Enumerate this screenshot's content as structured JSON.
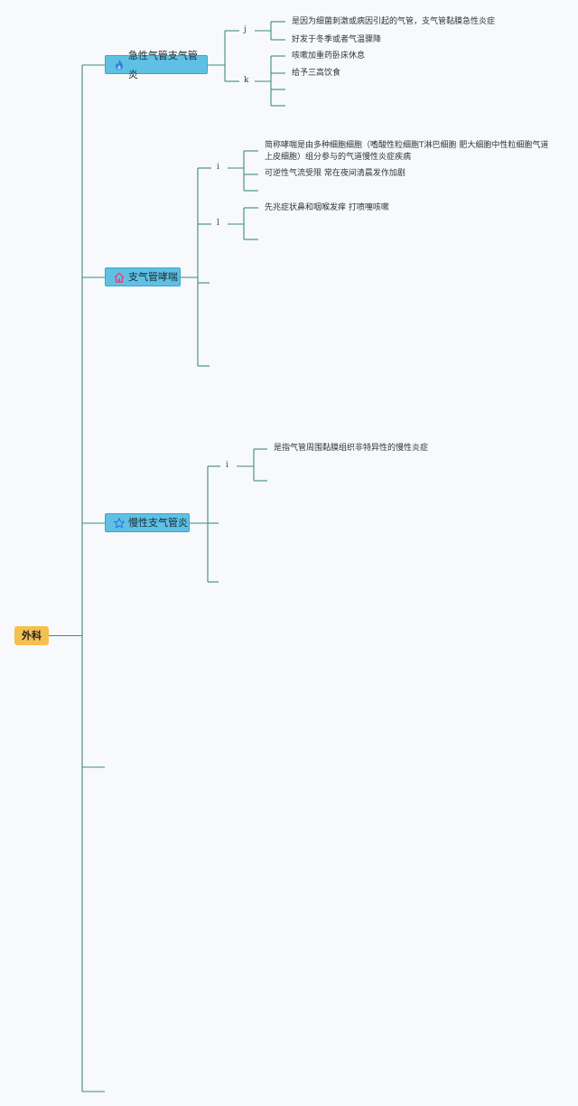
{
  "root": {
    "label": "外科"
  },
  "topics": [
    {
      "label": "急性气管支气管炎",
      "icon": "flame-icon",
      "groups": [
        {
          "key": "j",
          "items": [
            "是因为细菌刺激或病因引起的气管，支气管黏膜急性炎症",
            "好发于冬季或者气温骤降"
          ]
        },
        {
          "key": "k",
          "items": [
            "咳嗽加重药卧床休息",
            "给予三高饮食",
            "",
            ""
          ]
        }
      ]
    },
    {
      "label": "支气管哮喘",
      "icon": "home-icon",
      "groups": [
        {
          "key": "i",
          "items": [
            "简称哮喘是由多种细胞细胞（嗜酸性粒细胞T淋巴细胞 肥大细胞中性粒细胞气道",
            "上皮细胞）组分参与的气道慢性炎症疾病",
            "可逆性气流受限 常在夜间清晨发作加剧",
            ""
          ]
        },
        {
          "key": "l",
          "items": [
            "先兆症状鼻和咽喉发痒 打喷嚏咳嗽",
            ""
          ]
        }
      ]
    },
    {
      "label": "慢性支气管炎",
      "icon": "star-icon",
      "groups": [
        {
          "key": "i",
          "items": [
            "是指气管周围黏膜组织非特异性的慢性炎症",
            ""
          ]
        }
      ]
    }
  ],
  "colors": {
    "line": "#3e8c7e",
    "topic": "#5fc0e4",
    "root": "#f4c04f",
    "flame": "#2f7fe0",
    "home": "#e0457a",
    "star": "#2f7fe0"
  }
}
